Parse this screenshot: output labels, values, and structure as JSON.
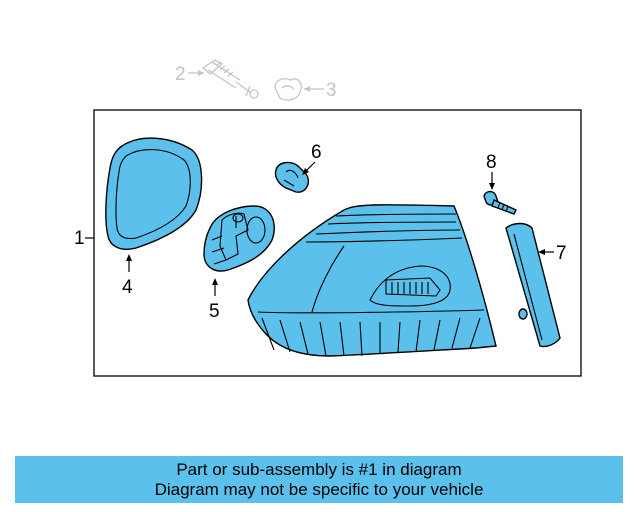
{
  "diagram": {
    "callouts": {
      "c1": "1",
      "c2": "2",
      "c3": "3",
      "c4": "4",
      "c5": "5",
      "c6": "6",
      "c7": "7",
      "c8": "8"
    },
    "highlight_color": "#5bc0eb",
    "faded_color": "#c4c4c4"
  },
  "banner": {
    "line1": "Part or sub-assembly is #1 in diagram",
    "line2": "Diagram may not be specific to your vehicle"
  }
}
